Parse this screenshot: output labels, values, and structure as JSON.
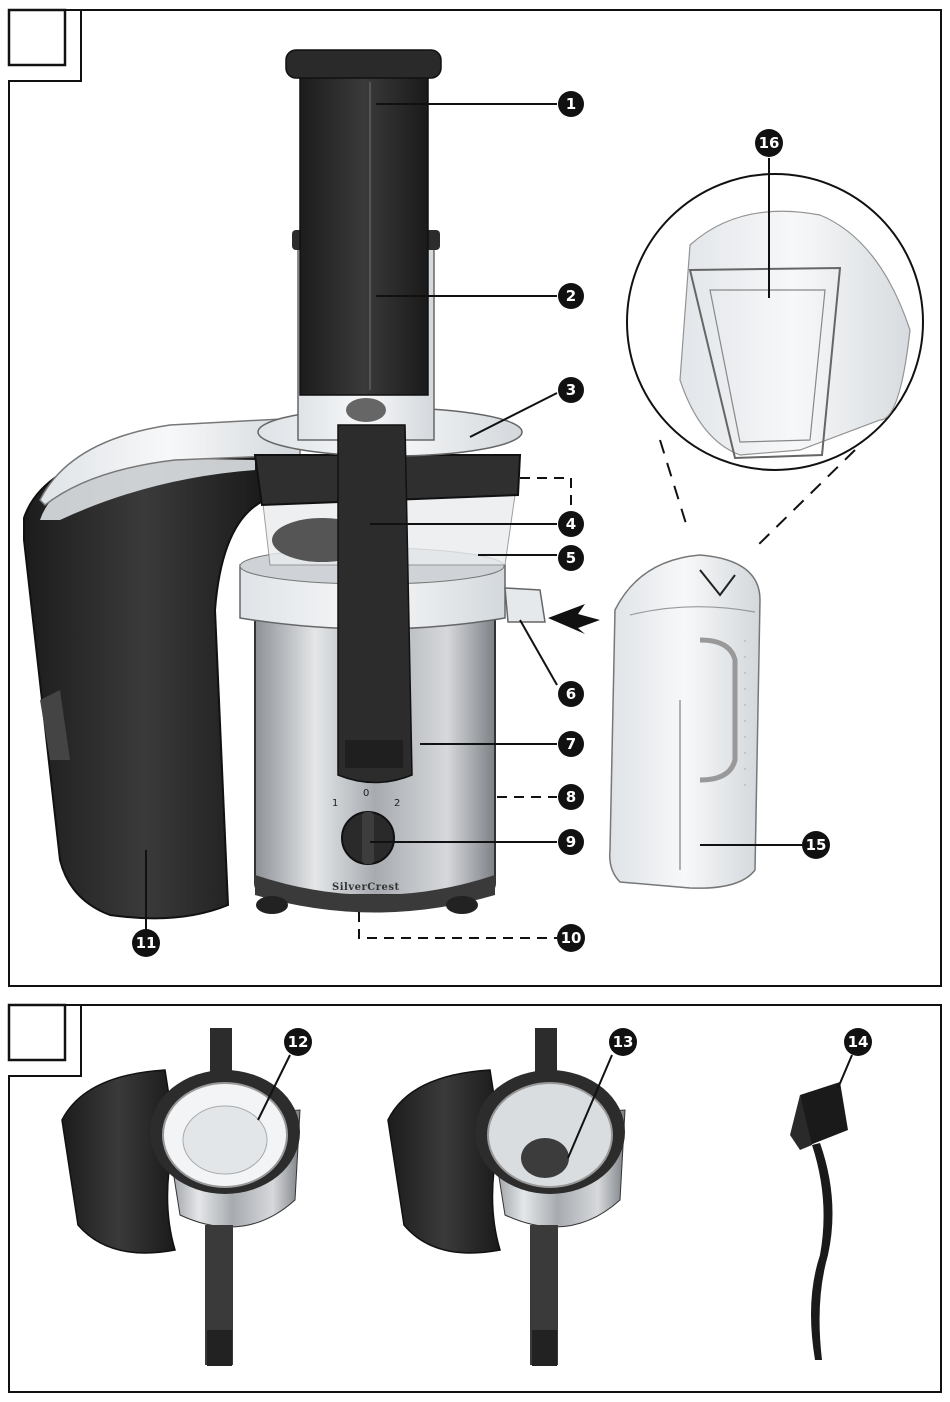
{
  "figure_a": {
    "brand_label": "SilverCrest",
    "knob_labels": [
      "1",
      "0",
      "2"
    ],
    "callouts": [
      "1",
      "2",
      "3",
      "4",
      "5",
      "6",
      "7",
      "8",
      "9",
      "10",
      "11",
      "15",
      "16"
    ]
  },
  "figure_b": {
    "callouts": [
      "12",
      "13",
      "14"
    ]
  },
  "colors": {
    "line": "#111111",
    "housing": "#2b2b2b",
    "steel": "#b9bcc0",
    "clear": "#eef1f4"
  }
}
